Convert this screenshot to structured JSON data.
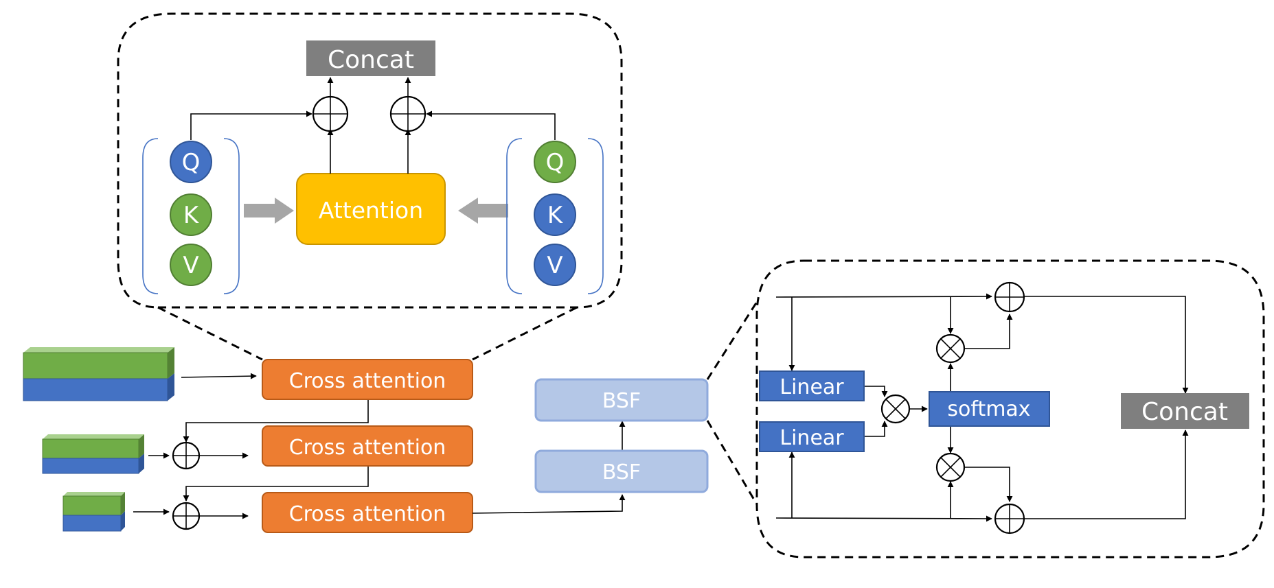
{
  "colors": {
    "orange": "#ed7d31",
    "orange_border": "#b85a17",
    "gold": "#ffc000",
    "gold_border": "#c99500",
    "blue": "#4472c4",
    "blue_border": "#2f5597",
    "green": "#70ad47",
    "green_border": "#507e32",
    "gray_box": "#7f7f7f",
    "bsf_fill": "#b4c7e7",
    "bsf_border": "#8faadc"
  },
  "cross_attention_detail": {
    "concat_label": "Concat",
    "attention_label": "Attention",
    "left_group": [
      {
        "label": "Q",
        "color": "blue"
      },
      {
        "label": "K",
        "color": "green"
      },
      {
        "label": "V",
        "color": "green"
      }
    ],
    "right_group": [
      {
        "label": "Q",
        "color": "green"
      },
      {
        "label": "K",
        "color": "blue"
      },
      {
        "label": "V",
        "color": "blue"
      }
    ]
  },
  "main_flow": {
    "cross_attention_labels": [
      "Cross attention",
      "Cross attention",
      "Cross attention"
    ],
    "bsf_labels": [
      "BSF",
      "BSF"
    ]
  },
  "bsf_detail": {
    "linear_labels": [
      "Linear",
      "Linear"
    ],
    "softmax_label": "softmax",
    "concat_label": "Concat"
  },
  "icons": {
    "add": "circled-plus-icon",
    "multiply": "circled-times-icon"
  }
}
